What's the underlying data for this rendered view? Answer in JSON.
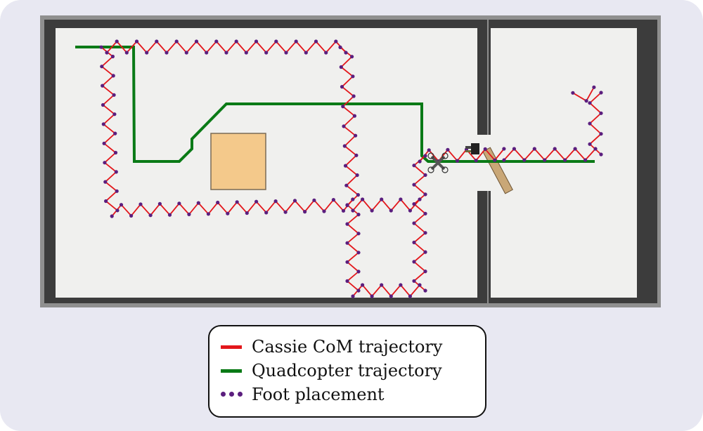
{
  "legend": {
    "com": "Cassie CoM trajectory",
    "quad": "Quadcopter trajectory",
    "foot": "Foot placement"
  },
  "colors": {
    "com": "#e3171b",
    "quad": "#0a7a16",
    "foot": "#5b1e7e",
    "obstacle": "#f4c98b",
    "floor": "#f0f0ee",
    "wall": "#3c3c3c"
  }
}
